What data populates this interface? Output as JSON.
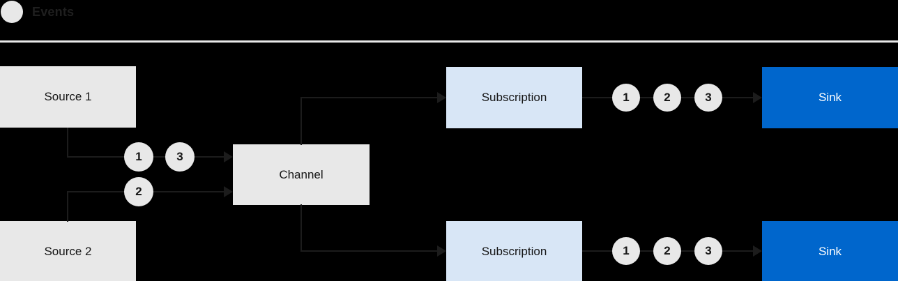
{
  "legend": {
    "marker_icon": "event-dot-icon",
    "label": "Events",
    "marker_color": "#e8e8e8"
  },
  "colors": {
    "background": "#000000",
    "source_box": "#e8e8e8",
    "channel_box": "#e8e8e8",
    "subscription_box": "#d8e6f6",
    "sink_box": "#0066cc",
    "sink_text": "#ffffff",
    "connector": "#1c1c1c",
    "divider": "#e9e9e9",
    "event_token": "#e8e8e8"
  },
  "diagram": {
    "type": "flow",
    "nodes": {
      "source_1": "Source 1",
      "source_2": "Source 2",
      "channel": "Channel",
      "subscription_top": "Subscription",
      "subscription_bottom": "Subscription",
      "sink_top": "Sink",
      "sink_bottom": "Sink"
    },
    "events": {
      "source1_to_channel": [
        "1",
        "3"
      ],
      "source2_to_channel": [
        "2"
      ],
      "subscription_top_to_sink": [
        "1",
        "2",
        "3"
      ],
      "subscription_bottom_to_sink": [
        "1",
        "2",
        "3"
      ]
    }
  }
}
